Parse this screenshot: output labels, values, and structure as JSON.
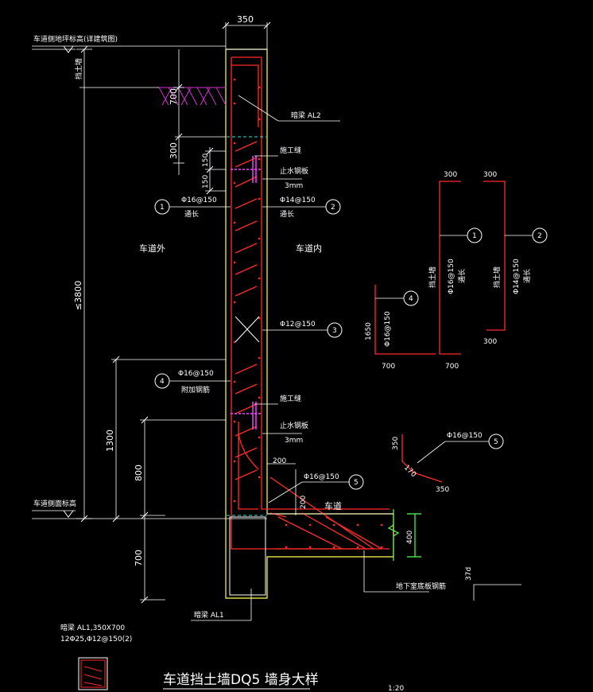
{
  "title": "车道挡土墙DQ5 墙身大样",
  "scale": "1:20",
  "regions": {
    "outside": "车道外",
    "inside": "车道内",
    "road": "车道"
  },
  "dims": {
    "wall_thickness": "350",
    "d700_top": "700",
    "d300": "300",
    "d150a": "150",
    "d150b": "150",
    "d3800": "≤3800",
    "d1300": "1300",
    "d800": "800",
    "d700_bottom": "700",
    "d200a": "200",
    "d200b": "200",
    "d400": "400",
    "d37d": "37d"
  },
  "labels": {
    "top_elev": "车道侧地坪标高(详建筑图)",
    "earth_surface": "挡土墙",
    "beam_al2": "暗梁 AL2",
    "const_joint_1": "施工缝",
    "waterstop_1": "止水钢板",
    "gap_1": "3mm",
    "const_joint_2": "施工缝",
    "waterstop_2": "止水钢板",
    "gap_2": "3mm",
    "road_elev": "车道侧面标高",
    "basement_rebar": "地下室底板钢筋",
    "beam_al1": "暗梁 AL1",
    "beam_al1_spec": "暗梁 AL1,350X700",
    "beam_al1_rebar": "12Φ25,Φ12@150(2)"
  },
  "rebars": {
    "r1": {
      "num": "1",
      "spec": "Φ16@150",
      "note": "通长"
    },
    "r2": {
      "num": "2",
      "spec": "Φ14@150",
      "note": "通长"
    },
    "r3": {
      "num": "3",
      "spec": "Φ12@150"
    },
    "r4": {
      "num": "4",
      "spec": "Φ16@150",
      "note": "附加钢筋"
    },
    "r5": {
      "num": "5",
      "spec": "Φ16@150"
    }
  },
  "detail_a": {
    "w1": "300",
    "w2": "300",
    "bottom_r": "300",
    "label1": "挡土墙",
    "spec1": "Φ16@150",
    "note1": "通长",
    "label2": "挡土墙",
    "spec2": "Φ14@150",
    "note2": "通长"
  },
  "detail_b": {
    "h": "1650",
    "b1": "700",
    "b2": "700",
    "spec": "Φ16@150"
  },
  "detail_c": {
    "d350a": "350",
    "d170": "170",
    "d350b": "350",
    "spec": "Φ16@150"
  }
}
